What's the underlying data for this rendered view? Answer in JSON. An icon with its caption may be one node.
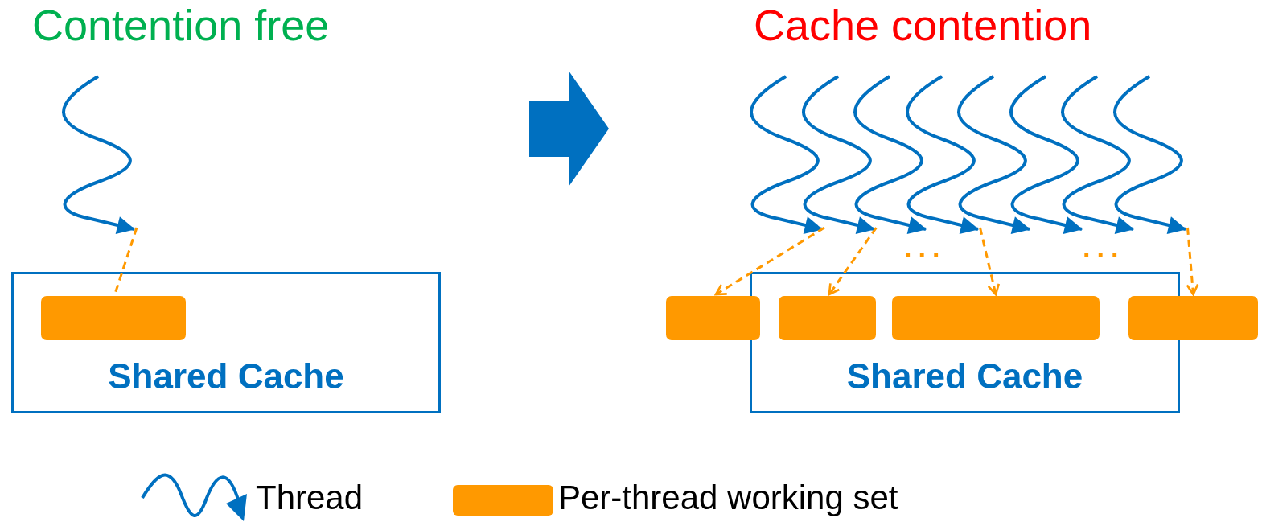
{
  "diagram": {
    "nodes": [
      {
        "text": [
          "Shared Cache"
        ]
      },
      {
        "text": [],
        "shape": "bar",
        "in": 0
      },
      {
        "text": [],
        "shape": "picture"
      },
      {
        "text": [
          "Shared Cache"
        ]
      },
      {
        "text": [],
        "shape": "bar"
      },
      {
        "text": [],
        "shape": "bar",
        "in": 3
      },
      {
        "text": [],
        "shape": "bar",
        "in": 3
      },
      {
        "text": [],
        "shape": "bar"
      },
      {
        "text": [],
        "shape": "picture"
      },
      {
        "text": [],
        "shape": "picture"
      },
      {
        "text": [],
        "shape": "picture"
      },
      {
        "text": [],
        "shape": "picture"
      },
      {
        "text": [],
        "shape": "picture"
      },
      {
        "text": [],
        "shape": "picture"
      },
      {
        "text": [],
        "shape": "picture"
      },
      {
        "text": [],
        "shape": "picture"
      }
    ],
    "edges": [
      {
        "from": 2,
        "to": 1,
        "arrow": "none",
        "style": "dashed"
      },
      {
        "from": 8,
        "to": 4,
        "arrow": "to",
        "style": "dashed"
      },
      {
        "from": 9,
        "to": 5,
        "arrow": "to",
        "style": "dashed"
      },
      {
        "from": 11,
        "to": 6,
        "arrow": "to",
        "style": "dashed"
      },
      {
        "from": 15,
        "to": 7,
        "arrow": "to",
        "style": "dashed"
      }
    ],
    "labels": [
      "Contention free",
      "Cache contention",
      "...",
      "..."
    ],
    "legend": [
      {
        "text": "Thread"
      },
      {
        "text": "Per-thread working set",
        "color": "#ff9900"
      }
    ]
  }
}
